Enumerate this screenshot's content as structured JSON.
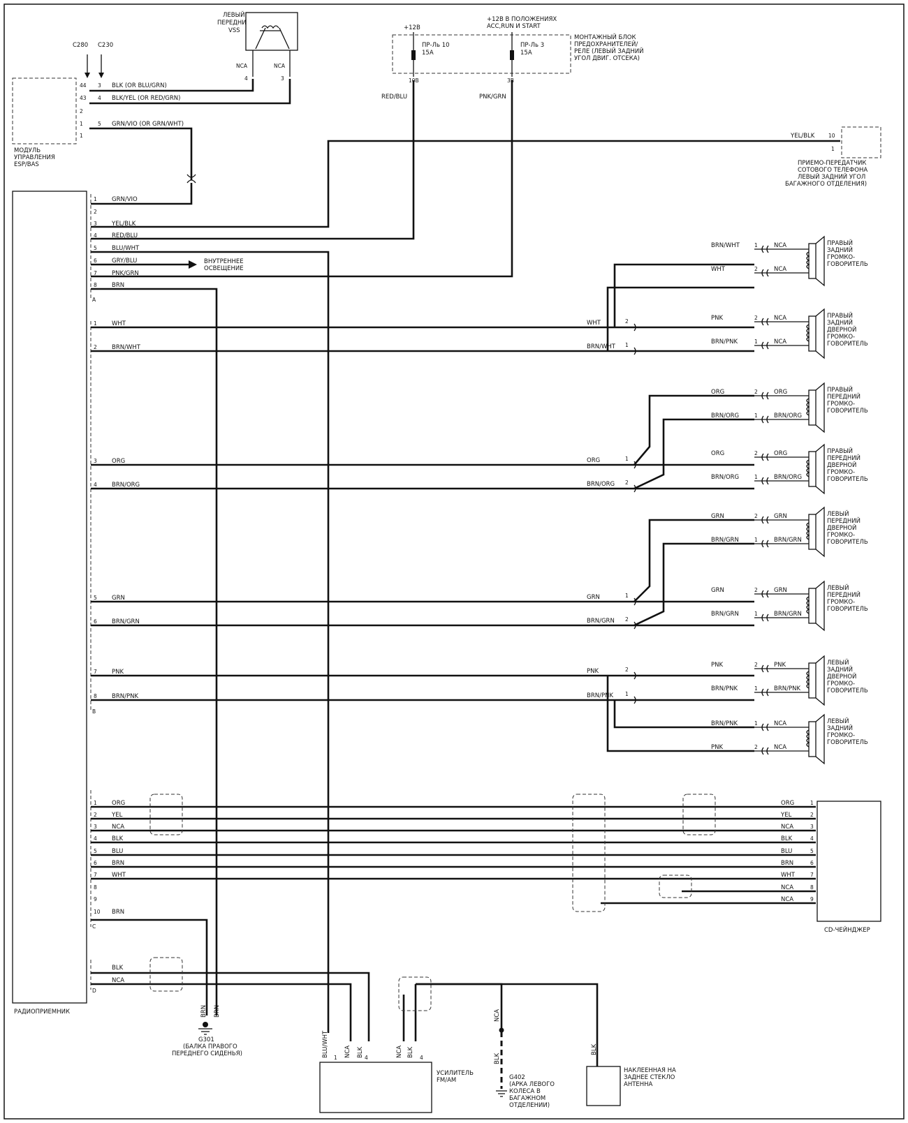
{
  "labels": {
    "c280": "C280",
    "c230": "C230",
    "vss_title": [
      "ЛЕВЫЙ",
      "ПЕРЕДНИЙ",
      "VSS"
    ],
    "nca": "NCA",
    "plus12": "+12В",
    "plus12_acc": [
      "+12В В ПОЛОЖЕНИЯХ",
      "ACC,RUN И START"
    ],
    "fuse_block": [
      "МОНТАЖНЫЙ БЛОК",
      "ПРЕДОХРАНИТЕЛЕЙ/",
      "РЕЛЕ (ЛЕВЫЙ ЗАДНИЙ",
      "УГОЛ ДВИГ. ОТСЕКА)"
    ],
    "fuse10": [
      "ПР-Ль 10",
      "15А"
    ],
    "fuse3": [
      "ПР-Ль 3",
      "15А"
    ],
    "pin10b": "10В",
    "pin3b": "3В",
    "red_blu": "RED/BLU",
    "pnk_grn": "PNK/GRN",
    "esp_module": [
      "МОДУЛЬ",
      "УПРАВЛЕНИЯ",
      "ESP/BAS"
    ],
    "esp_wires": [
      "BLK (OR BLU/GRN)",
      "BLK/YEL (OR RED/GRN)",
      "GRN/VIO (OR GRN/WHT)"
    ],
    "cell_phone": [
      "ПРИЕМО-ПЕРЕДАТЧИК",
      "СОТОВОГО ТЕЛЕФОНА",
      "ЛЕВЫЙ ЗАДНИЙ УГОЛ",
      "БАГАЖНОГО ОТДЕЛЕНИЯ)"
    ],
    "yel_blk": "YEL/BLK",
    "interior_light": [
      "ВНУТРЕННЕЕ",
      "ОСВЕЩЕНИЕ"
    ],
    "radio": "РАДИОПРИЕМНИК",
    "cd_changer": "CD-ЧЕЙНДЖЕР",
    "ground_g301": [
      "G301",
      "(БАЛКА ПРАВОГО",
      "ПЕРЕДНЕГО СИДЕНЬЯ)"
    ],
    "amplifier": [
      "УСИЛИТЕЛЬ",
      "FM/AM"
    ],
    "ground_g402": [
      "G402",
      "(АРКА ЛЕВОГО",
      "КОЛЕСА В",
      "БАГАЖНОМ",
      "ОТДЕЛЕНИИ)"
    ],
    "antenna": [
      "НАКЛЕЕННАЯ НА",
      "ЗАДНЕЕ СТЕКЛО",
      "АНТЕННА"
    ],
    "connector_a": "A",
    "connector_b": "B",
    "connector_c": "C",
    "connector_d": "D",
    "pin4": "4",
    "pin3": "3"
  },
  "radio_a_pins": [
    {
      "pin": "1",
      "color": "GRN/VIO"
    },
    {
      "pin": "2",
      "color": ""
    },
    {
      "pin": "3",
      "color": "YEL/BLK"
    },
    {
      "pin": "4",
      "color": "RED/BLU"
    },
    {
      "pin": "5",
      "color": "BLU/WHT"
    },
    {
      "pin": "6",
      "color": "GRY/BLU"
    },
    {
      "pin": "7",
      "color": "PNK/GRN"
    },
    {
      "pin": "8",
      "color": "BRN"
    }
  ],
  "speakers": [
    {
      "name": [
        "ПРАВЫЙ",
        "ЗАДНИЙ",
        "ГРОМКО-",
        "ГОВОРИТЕЛЬ"
      ],
      "top": {
        "wire": "BRN/WHT",
        "pin": "1",
        "term": "NCA"
      },
      "bottom": {
        "wire": "WHT",
        "pin": "2",
        "term": "NCA"
      }
    },
    {
      "name": [
        "ПРАВЫЙ",
        "ЗАДНИЙ",
        "ДВЕРНОЙ",
        "ГРОМКО-",
        "ГОВОРИТЕЛЬ"
      ],
      "top": {
        "wire": "PNK",
        "pin": "2",
        "term": "NCA"
      },
      "bottom": {
        "wire": "BRN/PNK",
        "pin": "1",
        "term": "NCA"
      }
    },
    {
      "name": [
        "ПРАВЫЙ",
        "ПЕРЕДНИЙ",
        "ГРОМКО-",
        "ГОВОРИТЕЛЬ"
      ],
      "top": {
        "wire": "ORG",
        "pin": "2",
        "term": "ORG"
      },
      "bottom": {
        "wire": "BRN/ORG",
        "pin": "1",
        "term": "BRN/ORG"
      }
    },
    {
      "name": [
        "ПРАВЫЙ",
        "ПЕРЕДНИЙ",
        "ДВЕРНОЙ",
        "ГРОМКО-",
        "ГОВОРИТЕЛЬ"
      ],
      "top": {
        "wire": "ORG",
        "pin": "2",
        "term": "ORG"
      },
      "bottom": {
        "wire": "BRN/ORG",
        "pin": "1",
        "term": "BRN/ORG"
      }
    },
    {
      "name": [
        "ЛЕВЫЙ",
        "ПЕРЕДНИЙ",
        "ДВЕРНОЙ",
        "ГРОМКО-",
        "ГОВОРИТЕЛЬ"
      ],
      "top": {
        "wire": "GRN",
        "pin": "2",
        "term": "GRN"
      },
      "bottom": {
        "wire": "BRN/GRN",
        "pin": "1",
        "term": "BRN/GRN"
      }
    },
    {
      "name": [
        "ЛЕВЫЙ",
        "ПЕРЕДНИЙ",
        "ГРОМКО-",
        "ГОВОРИТЕЛЬ"
      ],
      "top": {
        "wire": "GRN",
        "pin": "2",
        "term": "GRN"
      },
      "bottom": {
        "wire": "BRN/GRN",
        "pin": "1",
        "term": "BRN/GRN"
      }
    },
    {
      "name": [
        "ЛЕВЫЙ",
        "ЗАДНИЙ",
        "ДВЕРНОЙ",
        "ГРОМКО-",
        "ГОВОРИТЕЛЬ"
      ],
      "top": {
        "wire": "PNK",
        "pin": "2",
        "term": "PNK"
      },
      "bottom": {
        "wire": "BRN/PNK",
        "pin": "1",
        "term": "BRN/PNK"
      }
    },
    {
      "name": [
        "ЛЕВЫЙ",
        "ЗАДНИЙ",
        "ГРОМКО-",
        "ГОВОРИТЕЛЬ"
      ],
      "top": {
        "wire": "BRN/PNK",
        "pin": "1",
        "term": "NCA"
      },
      "bottom": {
        "wire": "PNK",
        "pin": "2",
        "term": "NCA"
      }
    }
  ],
  "radio_b_wires": [
    {
      "pin": "1",
      "color": "WHT"
    },
    {
      "pin": "2",
      "color": "BRN/WHT"
    },
    {
      "pin": "3",
      "color": "ORG"
    },
    {
      "pin": "4",
      "color": "BRN/ORG"
    },
    {
      "pin": "5",
      "color": "GRN"
    },
    {
      "pin": "6",
      "color": "BRN/GRN"
    },
    {
      "pin": "7",
      "color": "PNK"
    },
    {
      "pin": "8",
      "color": "BRN/PNK"
    }
  ],
  "junction_labels": [
    {
      "wire": "WHT",
      "pin": "2"
    },
    {
      "wire": "BRN/WHT",
      "pin": "1"
    },
    {
      "wire": "ORG",
      "pin": "1"
    },
    {
      "wire": "BRN/ORG",
      "pin": "2"
    },
    {
      "wire": "GRN",
      "pin": "1"
    },
    {
      "wire": "BRN/GRN",
      "pin": "2"
    },
    {
      "wire": "PNK",
      "pin": "2"
    },
    {
      "wire": "BRN/PNK",
      "pin": "1"
    }
  ],
  "cd_wires": [
    {
      "pin": "1",
      "left": "ORG",
      "right": "ORG"
    },
    {
      "pin": "2",
      "left": "YEL",
      "right": "YEL"
    },
    {
      "pin": "3",
      "left": "NCA",
      "right": "NCA"
    },
    {
      "pin": "4",
      "left": "BLK",
      "right": "BLK"
    },
    {
      "pin": "5",
      "left": "BLU",
      "right": "BLU"
    },
    {
      "pin": "6",
      "left": "BRN",
      "right": "BRN"
    },
    {
      "pin": "7",
      "left": "WHT",
      "right": "WHT"
    },
    {
      "pin": "8",
      "left": "",
      "right": "NCA"
    },
    {
      "pin": "9",
      "left": "",
      "right": "NCA"
    },
    {
      "pin": "10",
      "left": "BRN",
      "right": ""
    }
  ],
  "radio_d_wires": [
    "BLK",
    "NCA"
  ],
  "vertical_labels": {
    "brn1": "BRN",
    "brn2": "BRN",
    "blu_wht": "BLU/WHT",
    "amp_nca": "NCA",
    "amp_blk": "BLK",
    "amp2_nca": "NCA",
    "amp2_blk": "BLK",
    "g402_nca": "NCA",
    "g402_blk": "BLK",
    "ant_blk": "BLK"
  },
  "amp_pins": {
    "p1": "1",
    "p4a": "4",
    "p4b": "4"
  }
}
